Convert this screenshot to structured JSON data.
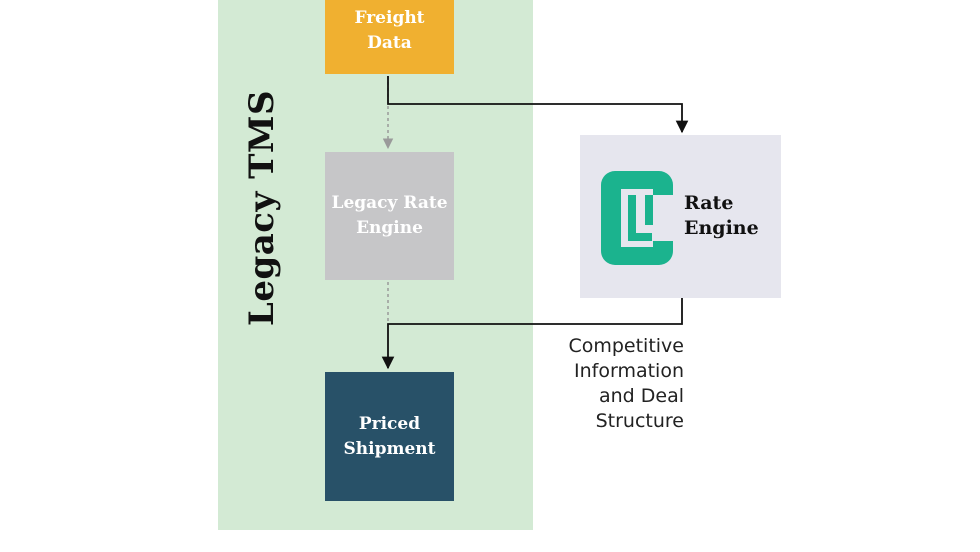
{
  "legacy_tms": {
    "title": "Legacy TMS"
  },
  "freight_data": {
    "label": "Freight\nData"
  },
  "legacy_rate_engine": {
    "label": "Legacy Rate\nEngine"
  },
  "priced_shipment": {
    "label": "Priced\nShipment"
  },
  "rate_engine": {
    "label": "Rate\nEngine",
    "logo": "cl-logo-icon"
  },
  "annotation": {
    "text": "Competitive\nInformation\nand Deal\nStructure"
  },
  "colors": {
    "legacy_panel": "#d3ead4",
    "freight": "#f0b030",
    "legacy_engine": "#c6c6c8",
    "priced": "#285168",
    "rate_box": "#e6e6ee",
    "logo": "#1bb38e"
  }
}
